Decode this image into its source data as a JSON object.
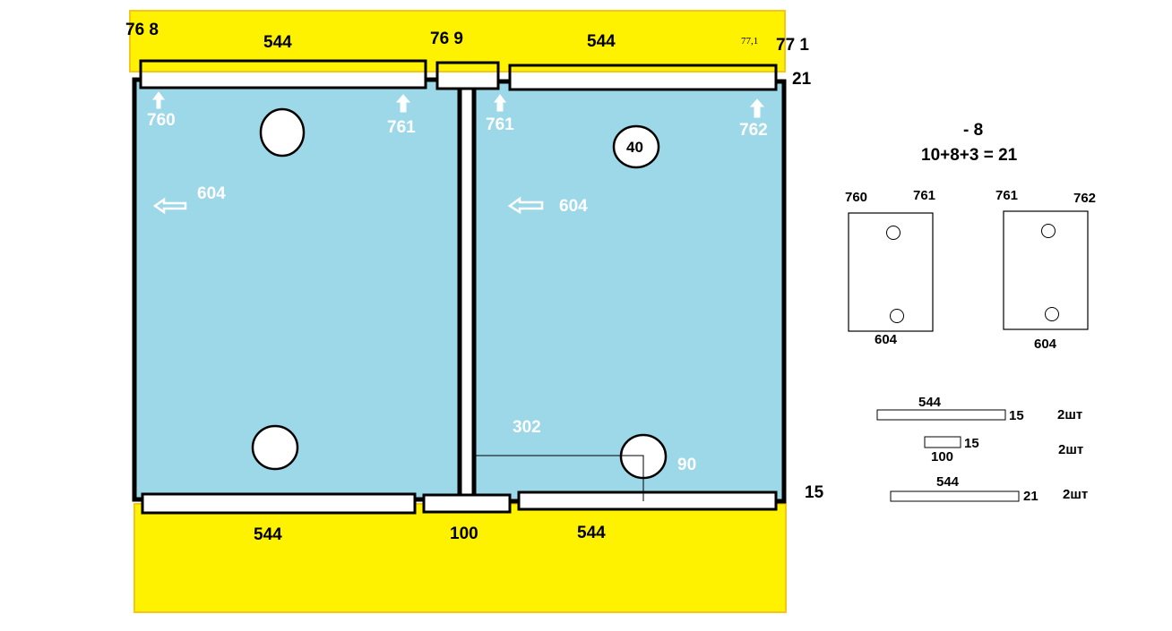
{
  "colors": {
    "yellow": "#fff200",
    "yellow_border": "#f5c518",
    "panel": "#9cd8e8",
    "ink": "#000000",
    "white": "#ffffff"
  },
  "top_labels": {
    "corner_left": "76 8",
    "strip_left": "544",
    "middle": "76 9",
    "strip_right": "544",
    "small_right": "77,1",
    "corner_right": "77 1",
    "thickness_top": "21"
  },
  "panel_labels": {
    "left_top_left": "760",
    "left_top_right": "761",
    "right_top_left": "761",
    "right_top_right": "762",
    "left_width": "604",
    "right_width": "604",
    "hole_top_right": "40",
    "offset_x": "302",
    "hole_bottom_right": "90"
  },
  "bottom_labels": {
    "strip_left": "544",
    "middle": "100",
    "strip_right": "544",
    "thickness_bottom": "15"
  },
  "calc": {
    "line1": "- 8",
    "line2": "10+8+3 = 21"
  },
  "parts": {
    "panel_a": {
      "left": "760",
      "right": "761",
      "bottom": "604"
    },
    "panel_b": {
      "left": "761",
      "right": "762",
      "bottom": "604"
    },
    "strips": [
      {
        "length": "544",
        "thickness": "15",
        "qty": "2шт"
      },
      {
        "length": "100",
        "thickness": "15",
        "qty": "2шт"
      },
      {
        "length": "544",
        "thickness": "21",
        "qty": "2шт"
      }
    ]
  }
}
